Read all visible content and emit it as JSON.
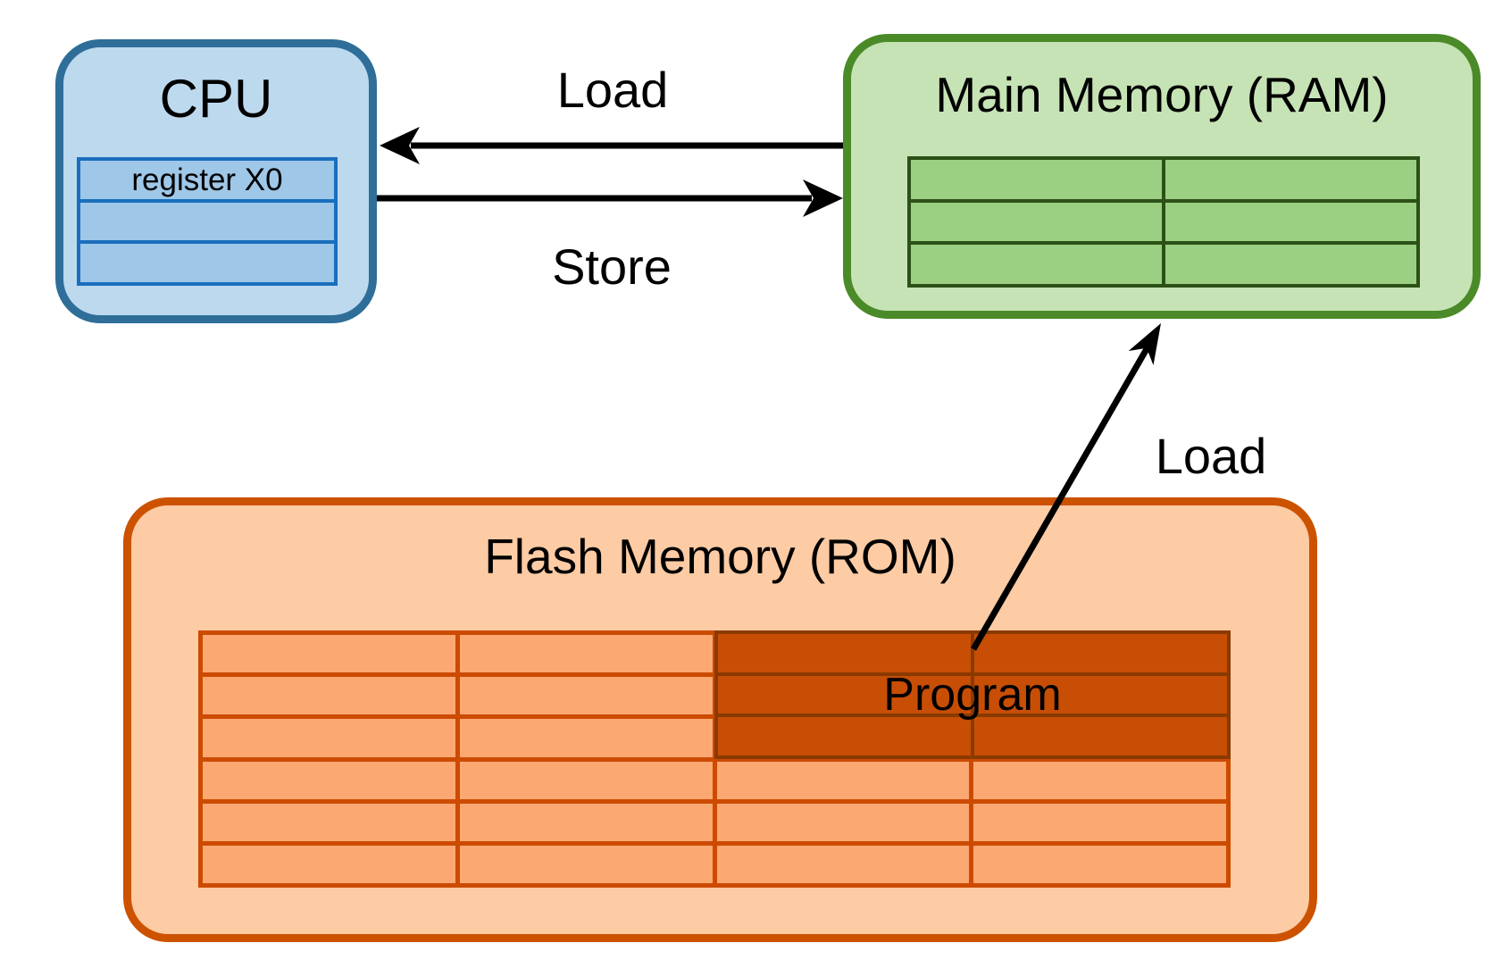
{
  "colors": {
    "cpu-fill": "#BDD9EE",
    "cpu-border": "#2E6E99",
    "register-fill": "#9EC7E8",
    "register-border": "#1A6FBD",
    "ram-fill": "#C6E3B5",
    "ram-border": "#4A8A28",
    "ram-cell-fill": "#9BCF82",
    "ram-cell-border": "#2C5117",
    "flash-fill": "#FDCBA4",
    "flash-border": "#CC5200",
    "flash-cell-fill": "#FCA873",
    "flash-cell-border": "#CC4B00",
    "program-fill": "#C74E04",
    "program-border": "#8A3A00",
    "arrow": "#000000",
    "text": "#000000",
    "background": "#FFFFFF"
  },
  "cpu": {
    "title": "CPU",
    "register_table": {
      "first_row_label": "register X0",
      "rows": 3
    }
  },
  "ram": {
    "title": "Main Memory (RAM)",
    "grid": {
      "rows": 3,
      "cols": 2
    }
  },
  "flash": {
    "title": "Flash Memory (ROM)",
    "grid": {
      "rows": 6,
      "cols": 4
    },
    "program_block": {
      "label": "Program",
      "rows": 3,
      "cols": 2
    }
  },
  "arrows": {
    "load_ram_to_cpu": {
      "label": "Load",
      "from": "Main Memory (RAM)",
      "to": "CPU"
    },
    "store_cpu_to_ram": {
      "label": "Store",
      "from": "CPU",
      "to": "Main Memory (RAM)"
    },
    "load_flash_to_ram": {
      "label": "Load",
      "from": "Flash Memory (ROM) Program",
      "to": "Main Memory (RAM)"
    }
  }
}
